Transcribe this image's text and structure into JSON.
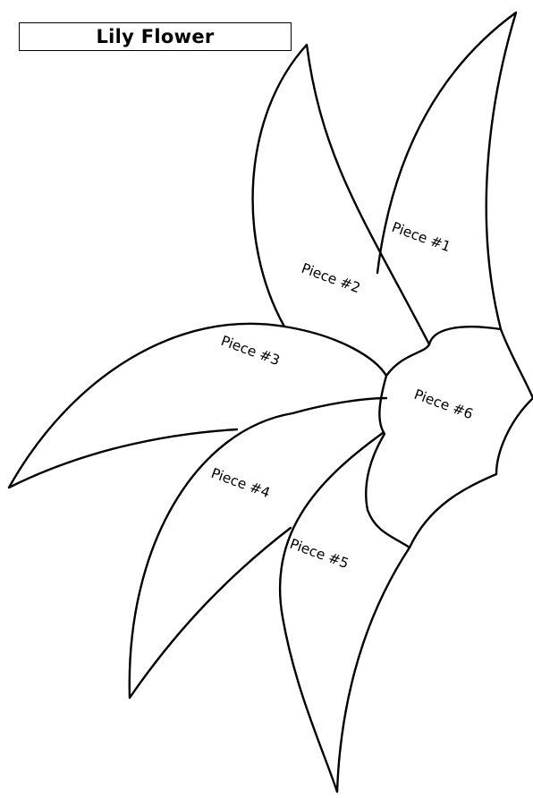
{
  "title": "Lily Flower",
  "pieces": [
    {
      "id": 1,
      "label": "Piece #1"
    },
    {
      "id": 2,
      "label": "Piece #2"
    },
    {
      "id": 3,
      "label": "Piece #3"
    },
    {
      "id": 4,
      "label": "Piece #4"
    },
    {
      "id": 5,
      "label": "Piece #5"
    },
    {
      "id": 6,
      "label": "Piece #6"
    }
  ]
}
